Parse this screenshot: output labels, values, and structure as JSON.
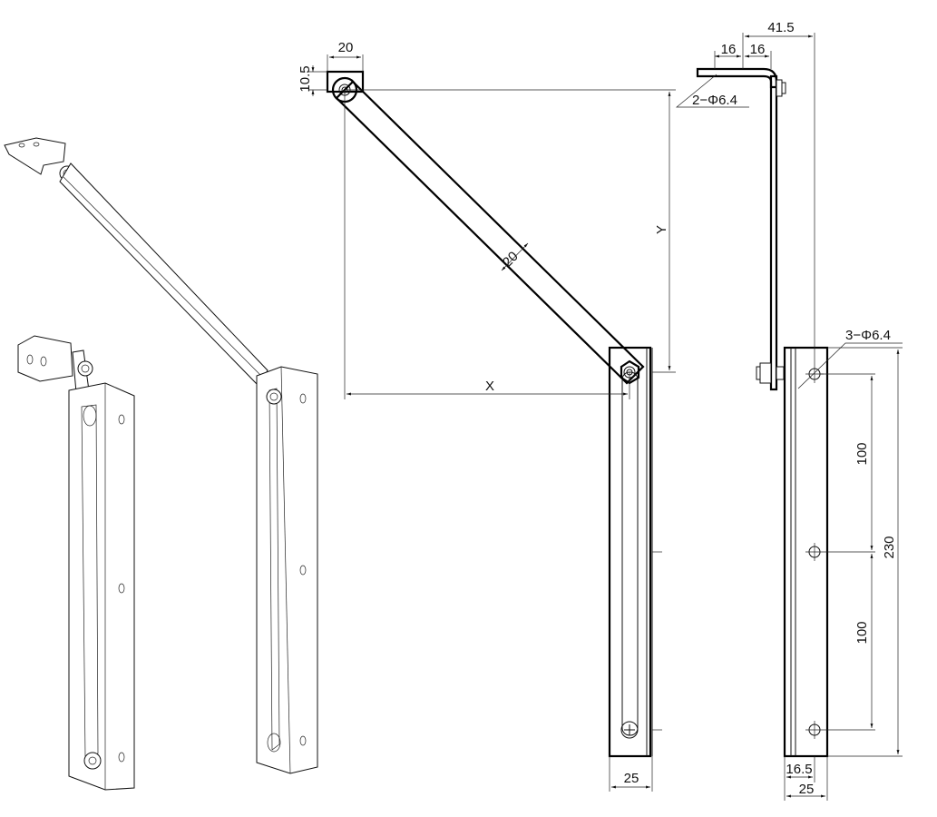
{
  "dimensions": {
    "top_width": "20",
    "top_offset": "10.5",
    "arm_width": "20",
    "y_label": "Y",
    "x_label": "X",
    "bottom_width_front": "25",
    "side_total": "41.5",
    "side_hole_spacing_a": "16",
    "side_hole_spacing_b": "16",
    "side_top_holes": "2−Φ6.4",
    "side_bracket_holes": "3−Φ6.4",
    "hole_pitch_upper": "100",
    "hole_pitch_lower": "100",
    "bracket_length": "230",
    "side_bottom_inner": "16.5",
    "side_bottom_width": "25"
  }
}
